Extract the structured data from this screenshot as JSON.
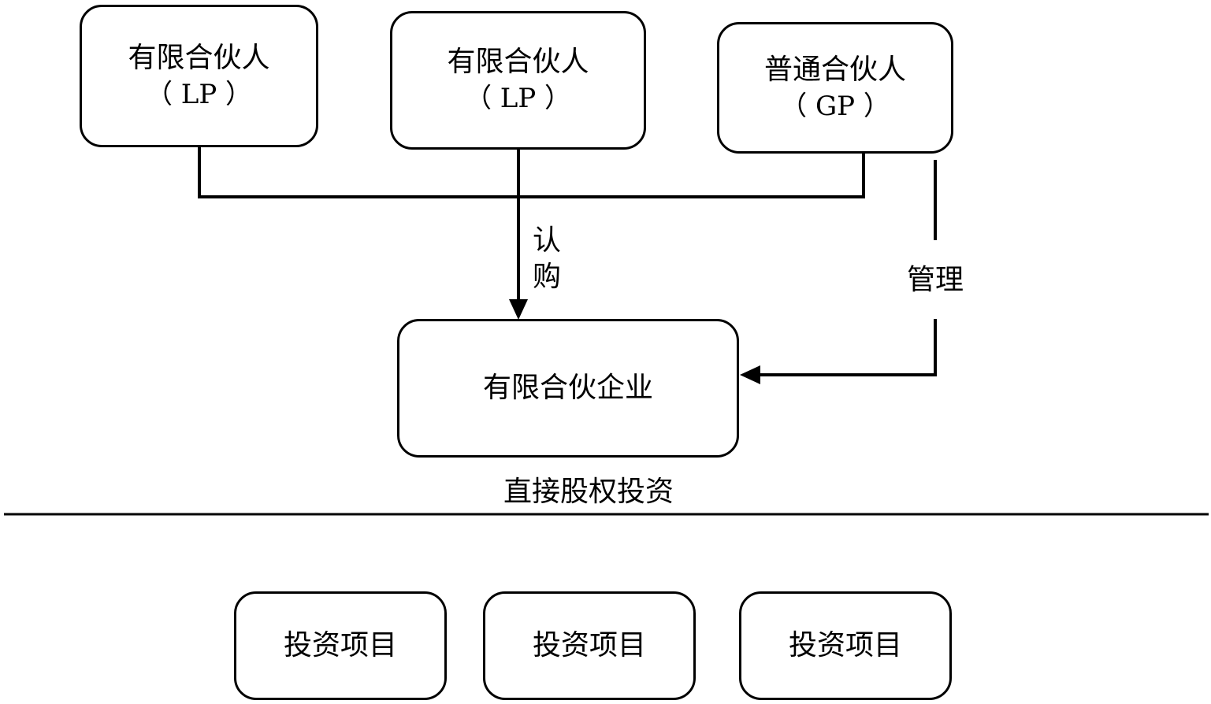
{
  "partners": [
    {
      "name": "有限合伙人",
      "role": "（ LP ）"
    },
    {
      "name": "有限合伙人",
      "role": "（ LP ）"
    },
    {
      "name": "普通合伙人",
      "role": "（ GP ）"
    }
  ],
  "subscribe_label": [
    "认",
    "购"
  ],
  "manage_label": "管理",
  "enterprise": "有限合伙企业",
  "investment_mode": "直接股权投资",
  "projects": [
    "投资项目",
    "投资项目",
    "投资项目"
  ]
}
